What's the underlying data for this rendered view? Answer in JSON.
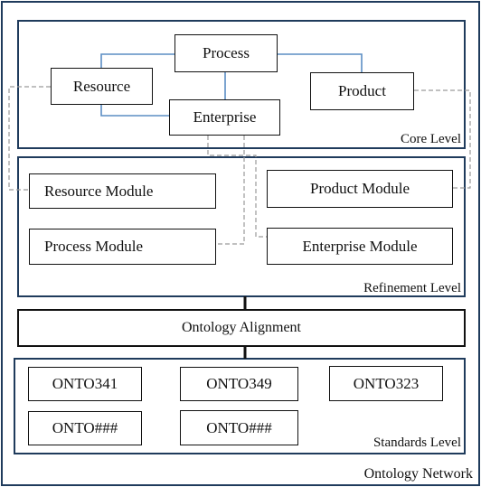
{
  "network_label": "Ontology Network",
  "core": {
    "label": "Core Level",
    "process": "Process",
    "resource": "Resource",
    "enterprise": "Enterprise",
    "product": "Product"
  },
  "refinement": {
    "label": "Refinement Level",
    "resource_module": "Resource Module",
    "process_module": "Process Module",
    "product_module": "Product Module",
    "enterprise_module": "Enterprise Module"
  },
  "alignment": "Ontology Alignment",
  "standards": {
    "label": "Standards Level",
    "items": [
      "ONTO341",
      "ONTO349",
      "ONTO323",
      "ONTO###",
      "ONTO###"
    ]
  },
  "colors": {
    "frame": "#1f3b5c",
    "core_links": "#5b8ec4",
    "dashed_links": "#9a9a9a"
  }
}
